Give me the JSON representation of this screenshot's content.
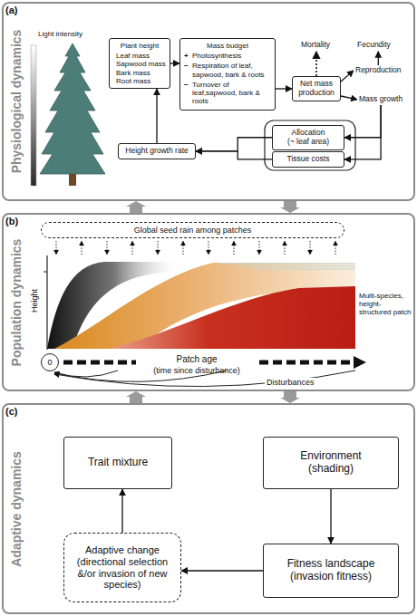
{
  "diagram": {
    "nodes": [
      {
        "text": [
          "Physiological dynamics"
        ]
      },
      {
        "text": [
          "Plant height",
          "Leaf mass",
          "Sapwood mass",
          "Bark mass",
          "Root mass"
        ],
        "in": 0
      },
      {
        "text": [
          "Mass budget",
          "+",
          "Photosynthesis",
          "−",
          "Respiration of leaf, sapwood, bark & roots",
          "−",
          "Turnover of leaf,sapwood, bark & roots"
        ],
        "in": 0
      },
      {
        "text": [
          "Net mass production"
        ],
        "in": 0
      },
      {
        "text": [
          "Mortality"
        ],
        "in": 0
      },
      {
        "text": [
          "Fecundity"
        ],
        "in": 0
      },
      {
        "text": [
          "Reproduction"
        ],
        "in": 0
      },
      {
        "text": [
          "Mass growth"
        ],
        "in": 0
      },
      {
        "text": [
          "Allocation",
          "(~ leaf area)"
        ],
        "in": 0
      },
      {
        "text": [
          "Tissue costs"
        ],
        "in": 0
      },
      {
        "text": [
          "Height growth rate"
        ],
        "in": 0
      },
      {
        "text": [
          "Population dynamics"
        ]
      },
      {
        "text": [
          "Global seed rain among patches"
        ],
        "in": 11
      },
      {
        "text": [
          "0"
        ],
        "in": 11
      },
      {
        "text": [
          "Adaptive dynamics"
        ]
      },
      {
        "text": [
          "Trait mixture"
        ],
        "in": 14
      },
      {
        "text": [
          "Environment",
          "(shading)"
        ],
        "in": 14
      },
      {
        "text": [
          "Fitness landscape",
          "(invasion fitness)"
        ],
        "in": 14
      },
      {
        "text": [
          "Adaptive change",
          "(directional selection &/or invasion of new species)"
        ],
        "in": 14
      }
    ],
    "edges": [
      {
        "from": 1,
        "to": 2,
        "arrow": "to"
      },
      {
        "from": 2,
        "to": 3,
        "arrow": "to"
      },
      {
        "from": 3,
        "to": 4,
        "arrow": "to"
      },
      {
        "from": 3,
        "to": 6,
        "arrow": "to"
      },
      {
        "from": 6,
        "to": 5,
        "arrow": "to"
      },
      {
        "from": 3,
        "to": 7,
        "arrow": "to"
      },
      {
        "from": 7,
        "to": 8,
        "arrow": "to"
      },
      {
        "from": 7,
        "to": 9,
        "arrow": "to"
      },
      {
        "from": 8,
        "to": 10,
        "arrow": "to"
      },
      {
        "from": 9,
        "to": 10,
        "arrow": "to"
      },
      {
        "from": 10,
        "to": 1,
        "arrow": "to"
      },
      {
        "from": 0,
        "to": 11,
        "arrow": "to"
      },
      {
        "from": 11,
        "to": 0,
        "arrow": "to"
      },
      {
        "from": 11,
        "to": 14,
        "arrow": "to"
      },
      {
        "from": 14,
        "to": 11,
        "arrow": "to"
      },
      {
        "from": 16,
        "to": 17,
        "arrow": "to"
      },
      {
        "from": 17,
        "to": 18,
        "arrow": "to"
      },
      {
        "from": 18,
        "to": 15,
        "arrow": "to"
      }
    ],
    "labels": [
      "(a)",
      "Light intensity",
      "(b)",
      "Height",
      "Multi-species, height-structured patch",
      "Patch age",
      "(time since disturbance)",
      "Disturbances",
      "(c)"
    ]
  }
}
